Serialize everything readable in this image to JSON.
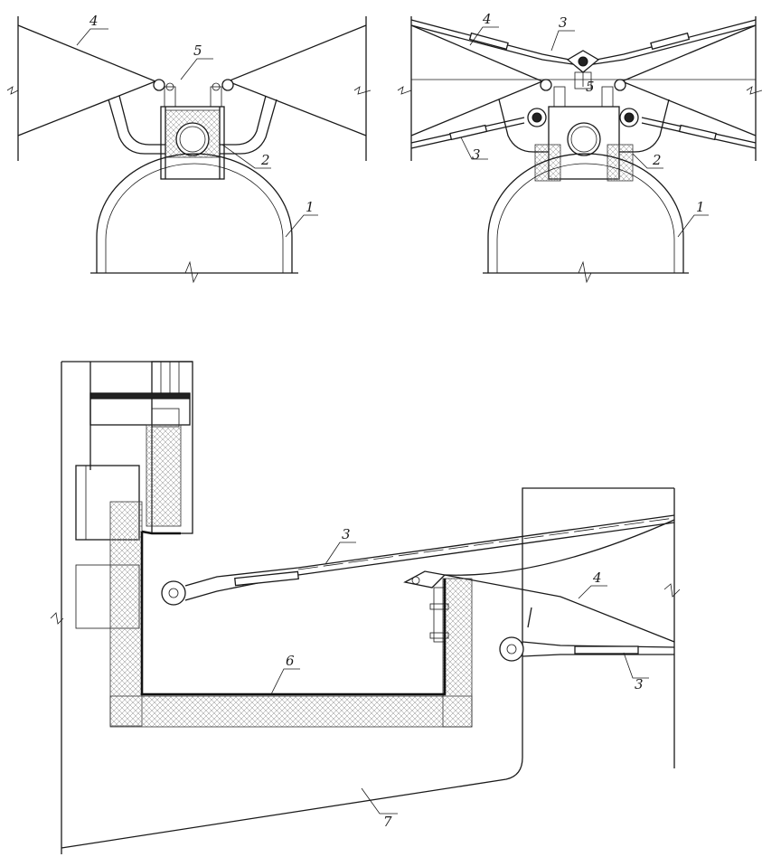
{
  "callouts": {
    "d1": {
      "l1": "1",
      "l2": "2",
      "l4": "4",
      "l5": "5"
    },
    "d2": {
      "l1": "1",
      "l2": "2",
      "l3a": "3",
      "l3b": "3",
      "l4": "4",
      "l5": "5"
    },
    "d3": {
      "l3a": "3",
      "l3b": "3",
      "l4": "4",
      "l6": "6",
      "l7": "7"
    }
  }
}
